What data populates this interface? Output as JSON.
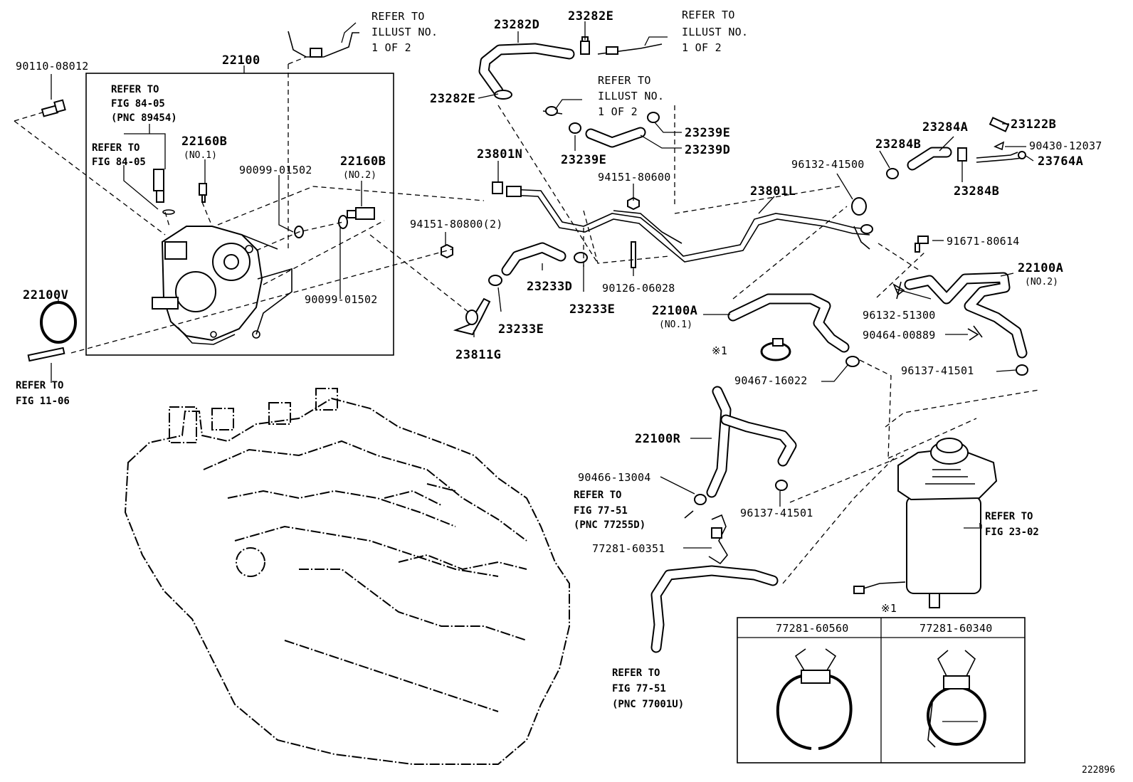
{
  "diagram": {
    "figure_number": "222896",
    "callouts": {
      "p22100": "22100",
      "p22100v": "22100V",
      "p90110": "90110-08012",
      "p22160b_1": "22160B",
      "p22160b_1_sub": "(NO.1)",
      "p22160b_2": "22160B",
      "p22160b_2_sub": "(NO.2)",
      "p90099_a": "90099-01502",
      "p90099_b": "90099-01502",
      "p94151_808": "94151-80800(2)",
      "p94151_806": "94151-80600",
      "p23282d": "23282D",
      "p23282e_top": "23282E",
      "p23282e_left": "23282E",
      "p23239e_right": "23239E",
      "p23239d": "23239D",
      "p23239e_left": "23239E",
      "p23801n": "23801N",
      "p23801l": "23801L",
      "p23233d": "23233D",
      "p23233e_right": "23233E",
      "p23233e_left": "23233E",
      "p23811g": "23811G",
      "p90126": "90126-06028",
      "p22100a_1": "22100A",
      "p22100a_1_sub": "(NO.1)",
      "p22100a_2": "22100A",
      "p22100a_2_sub": "(NO.2)",
      "p96132_415": "96132-41500",
      "p96132_513": "96132-51300",
      "p23284a": "23284A",
      "p23284b_top": "23284B",
      "p23284b_bot": "23284B",
      "p23122b": "23122B",
      "p90430": "90430-12037",
      "p23764a": "23764A",
      "p91671": "91671-80614",
      "p90464": "90464-00889",
      "p96137_right": "96137-41501",
      "p96137_mid": "96137-41501",
      "p90467": "90467-16022",
      "p22100r": "22100R",
      "p90466": "90466-13004",
      "p77281_351": "77281-60351",
      "mark1": "※1",
      "mark1_box": "※1"
    },
    "references": {
      "ref_top_left_1": "REFER TO",
      "ref_top_left_2": "ILLUST NO.",
      "ref_top_left_3": "1 OF 2",
      "ref_top_right_1": "REFER TO",
      "ref_top_right_2": "ILLUST NO.",
      "ref_top_right_3": "1 OF 2",
      "ref_mid_1": "REFER TO",
      "ref_mid_2": "ILLUST NO.",
      "ref_mid_3": "1 OF 2",
      "ref_fig8405a_1": "REFER TO",
      "ref_fig8405a_2": "FIG 84-05",
      "ref_fig8405a_3": "(PNC 89454)",
      "ref_fig8405b_1": "REFER TO",
      "ref_fig8405b_2": "FIG 84-05",
      "ref_fig1106_1": "REFER TO",
      "ref_fig1106_2": "FIG 11-06",
      "ref_fig7751a_1": "REFER TO",
      "ref_fig7751a_2": "FIG 77-51",
      "ref_fig7751a_3": "(PNC 77255D)",
      "ref_fig7751b_1": "REFER TO",
      "ref_fig7751b_2": "FIG 77-51",
      "ref_fig7751b_3": "(PNC 77001U)",
      "ref_fig2302_1": "REFER TO",
      "ref_fig2302_2": "FIG 23-02"
    },
    "inset_table": {
      "col1": "77281-60560",
      "col2": "77281-60340"
    }
  }
}
